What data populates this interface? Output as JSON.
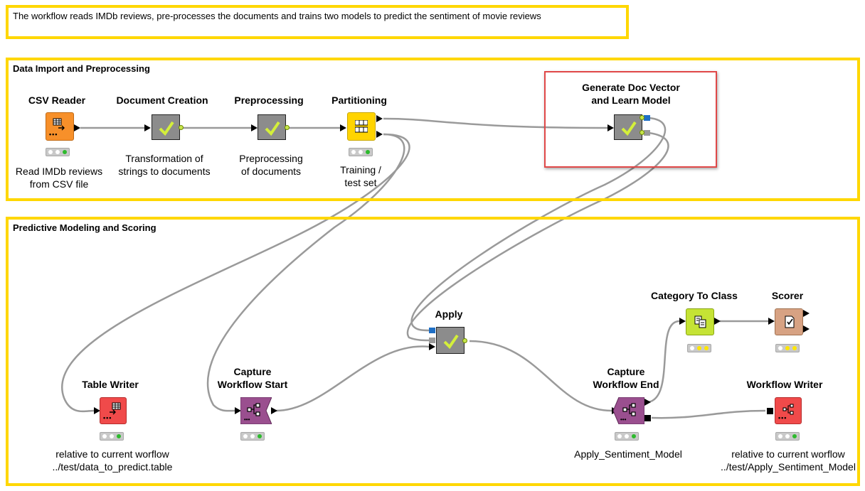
{
  "description": {
    "text": "The workflow reads IMDb reviews, pre-processes the documents and trains two models to predict the sentiment of movie reviews"
  },
  "sections": {
    "import": {
      "title": "Data Import and Preprocessing"
    },
    "modeling": {
      "title": "Predictive Modeling and Scoring"
    }
  },
  "nodes": {
    "csv_reader": {
      "title": "CSV Reader",
      "label": "Read IMDb reviews\nfrom CSV file",
      "color": "#f7902a",
      "status": "green",
      "icon": "table-arrow-icon"
    },
    "document_creation": {
      "title": "Document Creation",
      "label": "Transformation of\nstrings to documents",
      "type": "metanode"
    },
    "preprocessing": {
      "title": "Preprocessing",
      "label": "Preprocessing\nof documents",
      "type": "metanode"
    },
    "partitioning": {
      "title": "Partitioning",
      "label": "Training /\ntest set",
      "color": "#ffd400",
      "status": "green",
      "icon": "partition-icon"
    },
    "generate_doc_vector": {
      "title": "Generate Doc Vector\nand Learn Model",
      "type": "metanode",
      "selected": true
    },
    "apply": {
      "title": "Apply",
      "type": "metanode"
    },
    "table_writer": {
      "title": "Table Writer",
      "label": "relative to current worflow\n../test/data_to_predict.table",
      "color": "#f04a4a",
      "status": "green",
      "icon": "table-write-icon"
    },
    "capture_start": {
      "title": "Capture\nWorkflow Start",
      "color": "#9a4f8f",
      "status": "green",
      "icon": "workflow-icon"
    },
    "capture_end": {
      "title": "Capture\nWorkflow End",
      "label": "Apply_Sentiment_Model",
      "color": "#9a4f8f",
      "status": "green",
      "icon": "workflow-icon"
    },
    "category_to_class": {
      "title": "Category To Class",
      "color": "#c5e335",
      "status": "yellow",
      "icon": "category-icon"
    },
    "scorer": {
      "title": "Scorer",
      "color": "#d7a283",
      "status": "yellow",
      "icon": "scorer-icon"
    },
    "workflow_writer": {
      "title": "Workflow Writer",
      "label": "relative to current worflow\n../test/Apply_Sentiment_Model",
      "color": "#f04a4a",
      "status": "green",
      "icon": "workflow-icon"
    }
  },
  "colors": {
    "annotation_border": "#ffd700",
    "connection": "#999999",
    "selection": "#e04848"
  }
}
